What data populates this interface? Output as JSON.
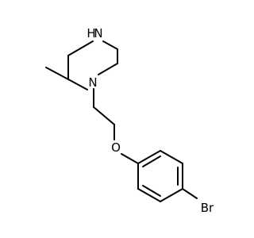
{
  "molecule": {
    "atoms": {
      "nh": "H",
      "nh_n": "N",
      "n1": "N",
      "o": "O",
      "br": "Br"
    }
  }
}
